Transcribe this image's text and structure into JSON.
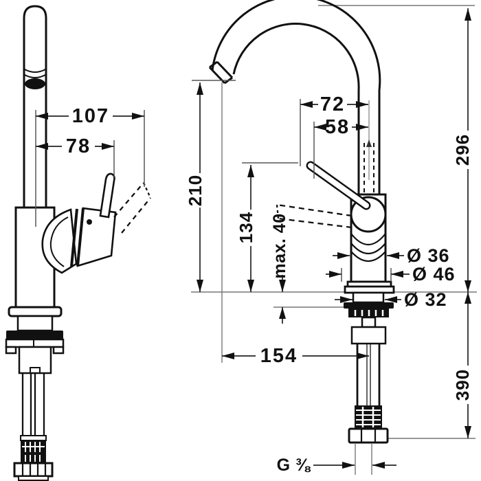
{
  "drawing": {
    "background": "#ffffff",
    "line_color": "#111111",
    "dimension_line_color": "#222222",
    "extension_line_color": "#777777"
  },
  "left_view": {
    "dims": {
      "reach_raised": "107",
      "reach": "78"
    }
  },
  "right_view": {
    "dims": {
      "d72": "72",
      "d58": "58",
      "d296": "296",
      "d210": "210",
      "d134": "134",
      "max40": "max. 40",
      "dia36": "Ø 36",
      "dia46": "Ø 46",
      "dia32": "Ø 32",
      "d154": "154",
      "d390": "390",
      "thread": "G ⅜"
    }
  }
}
